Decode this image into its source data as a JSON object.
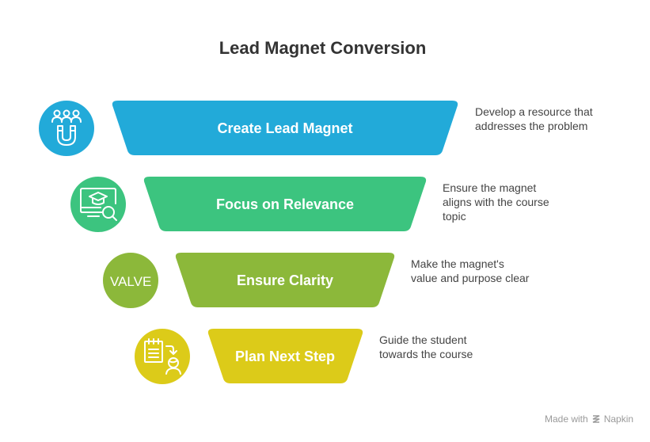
{
  "title": "Lead Magnet Conversion",
  "stages": [
    {
      "label": "Create Lead Magnet",
      "description": [
        "Develop a resource that",
        "addresses the problem"
      ],
      "color": "#22aad9",
      "icon": "magnet-people-icon"
    },
    {
      "label": "Focus on Relevance",
      "description": [
        "Ensure the magnet",
        "aligns with the course",
        "topic"
      ],
      "color": "#3cc47f",
      "icon": "course-search-icon"
    },
    {
      "label": "Ensure Clarity",
      "description": [
        "Make the magnet's",
        "value and purpose clear"
      ],
      "color": "#8cb83a",
      "icon": "value-text-icon",
      "icon_text": "VALVE"
    },
    {
      "label": "Plan Next Step",
      "description": [
        "Guide the student",
        "towards the course"
      ],
      "color": "#dccb19",
      "icon": "clipboard-student-icon"
    }
  ],
  "footer": {
    "made_with": "Made with",
    "brand": "Napkin"
  }
}
